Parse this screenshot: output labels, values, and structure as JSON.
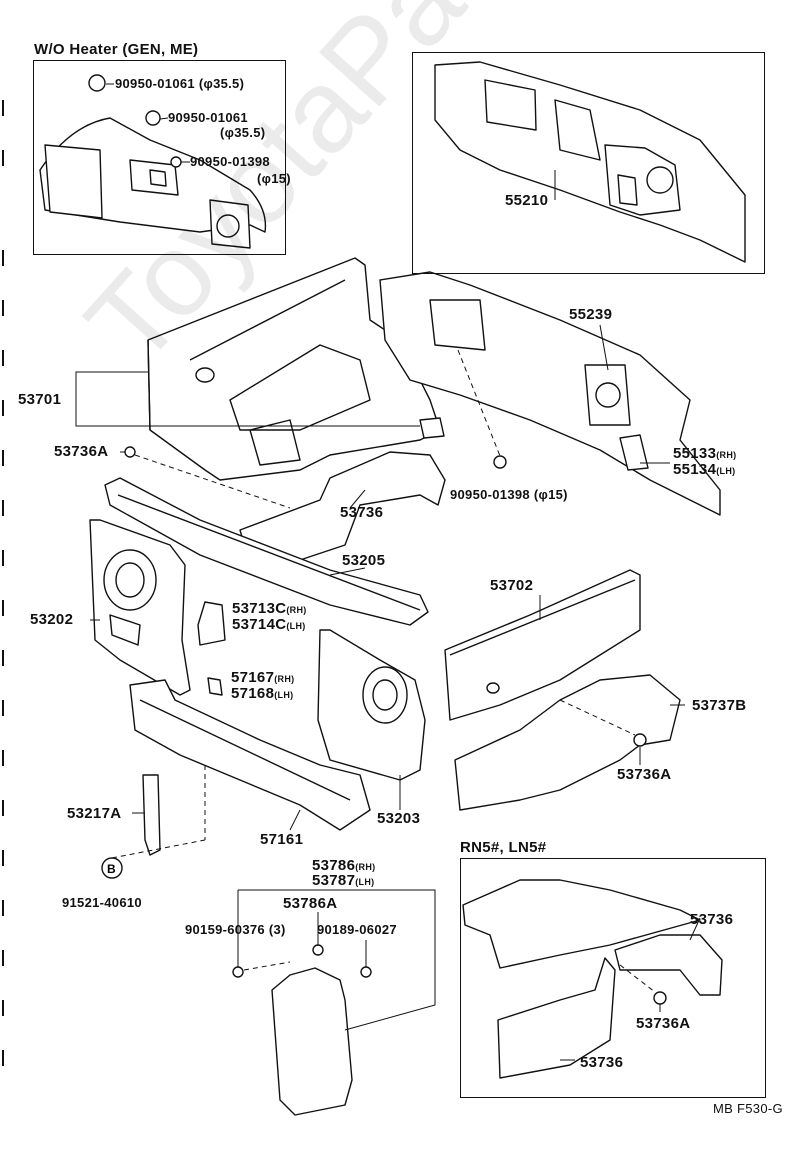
{
  "insets": {
    "wo_heater_title": "W/O Heater (GEN, ME)",
    "rn5_title": "RN5#, LN5#"
  },
  "parts": {
    "p90950_01061_a": "90950-01061 (φ35.5)",
    "p90950_01061_b": "90950-01061",
    "p90950_01061_b_size": "(φ35.5)",
    "p90950_01398_a": "90950-01398",
    "p90950_01398_a_size": "(φ15)",
    "p55210": "55210",
    "p55239": "55239",
    "p53701": "53701",
    "p55133": "55133",
    "p55133_side": "(RH)",
    "p55134": "55134",
    "p55134_side": "(LH)",
    "p53736A_top": "53736A",
    "p90950_01398_b": "90950-01398 (φ15)",
    "p53736": "53736",
    "p53205": "53205",
    "p53202": "53202",
    "p53713C": "53713C",
    "p53713C_side": "(RH)",
    "p53714C": "53714C",
    "p53714C_side": "(LH)",
    "p53702": "53702",
    "p57167": "57167",
    "p57167_side": "(RH)",
    "p57168": "57168",
    "p57168_side": "(LH)",
    "p53737B": "53737B",
    "p53736A_mid": "53736A",
    "p53217A": "53217A",
    "p57161": "57161",
    "p53203": "53203",
    "p91521": "91521-40610",
    "p53786": "53786",
    "p53786_side": "(RH)",
    "p53787": "53787",
    "p53787_side": "(LH)",
    "p53786A": "53786A",
    "p90159": "90159-60376 (3)",
    "p90189": "90189-06027",
    "p53736_rn_a": "53736",
    "p53736A_rn": "53736A",
    "p53736_rn_b": "53736"
  },
  "footer": {
    "code": "MB F530-G"
  },
  "watermark": "ToyotaPartsWeb"
}
